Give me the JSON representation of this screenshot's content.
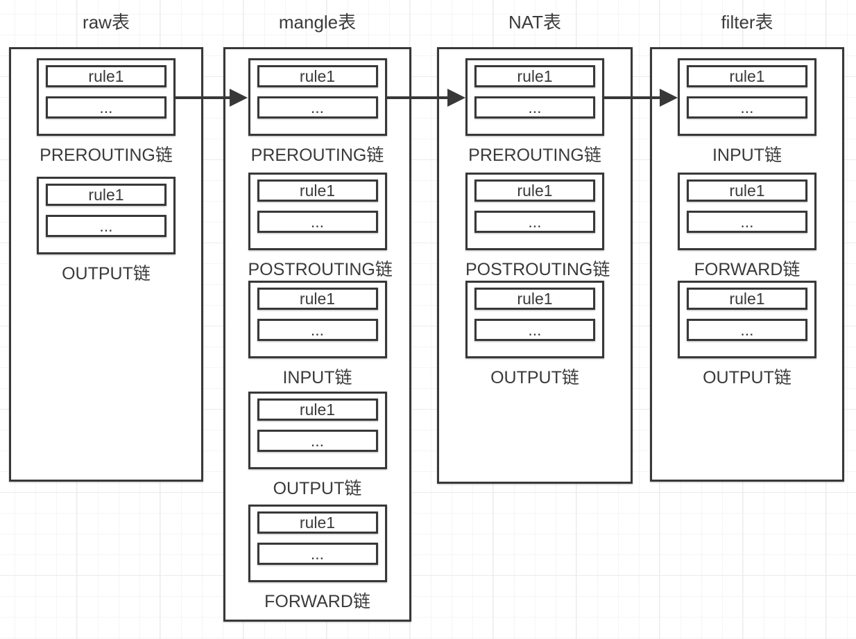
{
  "diagram": {
    "kind": "iptables-tables-and-chains",
    "colors": {
      "line": "#383838",
      "text": "#3a3a3a",
      "box_fill": "#ffffff",
      "grid_minor": "#f5f5f5",
      "grid_major": "#ebebeb"
    },
    "tables": [
      {
        "title": "raw表",
        "chains": [
          {
            "label": "PREROUTING链",
            "rules": [
              "rule1",
              "..."
            ]
          },
          {
            "label": "OUTPUT链",
            "rules": [
              "rule1",
              "..."
            ]
          }
        ]
      },
      {
        "title": "mangle表",
        "chains": [
          {
            "label": "PREROUTING链",
            "rules": [
              "rule1",
              "..."
            ]
          },
          {
            "label": "POSTROUTING链",
            "rules": [
              "rule1",
              "..."
            ]
          },
          {
            "label": "INPUT链",
            "rules": [
              "rule1",
              "..."
            ]
          },
          {
            "label": "OUTPUT链",
            "rules": [
              "rule1",
              "..."
            ]
          },
          {
            "label": "FORWARD链",
            "rules": [
              "rule1",
              "..."
            ]
          }
        ]
      },
      {
        "title": "NAT表",
        "chains": [
          {
            "label": "PREROUTING链",
            "rules": [
              "rule1",
              "..."
            ]
          },
          {
            "label": "POSTROUTING链",
            "rules": [
              "rule1",
              "..."
            ]
          },
          {
            "label": "OUTPUT链",
            "rules": [
              "rule1",
              "..."
            ]
          }
        ]
      },
      {
        "title": "filter表",
        "chains": [
          {
            "label": "INPUT链",
            "rules": [
              "rule1",
              "..."
            ]
          },
          {
            "label": "FORWARD链",
            "rules": [
              "rule1",
              "..."
            ]
          },
          {
            "label": "OUTPUT链",
            "rules": [
              "rule1",
              "..."
            ]
          }
        ]
      }
    ],
    "flow_arrows": [
      {
        "from": "raw表 PREROUTING链",
        "to": "mangle表 PREROUTING链"
      },
      {
        "from": "mangle表 PREROUTING链",
        "to": "NAT表 PREROUTING链"
      },
      {
        "from": "NAT表 PREROUTING链",
        "to": "filter表 INPUT链"
      }
    ]
  }
}
